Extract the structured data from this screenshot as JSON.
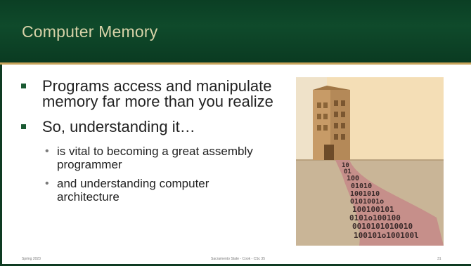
{
  "slide": {
    "title": "Computer Memory",
    "bullets": [
      {
        "text": "Programs access and manipulate memory far more than you realize"
      },
      {
        "text": "So, understanding it…",
        "sub": [
          "is vital to becoming a great assembly programmer",
          "and understanding computer architecture"
        ]
      }
    ],
    "image": {
      "icon": "building-binary-road-illustration",
      "binary_rows": [
        "10",
        "01",
        "100",
        "01010",
        "1001010",
        "0101001o",
        "100100101",
        "0101o100100",
        "0010101010010",
        "100101o100100l"
      ]
    },
    "footer": {
      "left": "Spring 2023",
      "center": "Sacramento State - Cook - CSc 35",
      "right": "31"
    },
    "colors": {
      "title_bg": "#0b3f24",
      "title_text": "#d7d2a8",
      "accent_gold": "#c7a35a",
      "bullet_square": "#1a5a32"
    }
  }
}
